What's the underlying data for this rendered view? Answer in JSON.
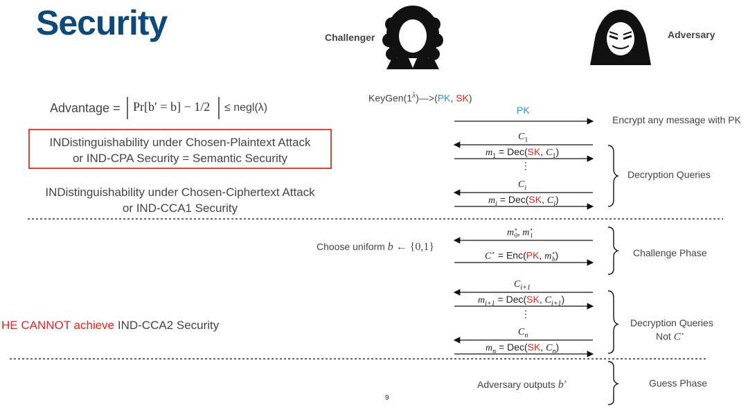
{
  "slide": {
    "title": "Security",
    "page_number": "9"
  },
  "roles": {
    "challenger": "Challenger",
    "adversary": "Adversary"
  },
  "keygen": {
    "prefix": "KeyGen(1",
    "lambda": "λ",
    "arrow": ")—>(",
    "pk": "PK",
    "comma": ", ",
    "sk": "SK",
    "close": ")"
  },
  "advantage": {
    "label": "Advantage = ",
    "expr": "Pr[b′ = b] − 1/2",
    "bound": " ≤ negl(λ)"
  },
  "definitions": {
    "cpa_line1": "INDistinguishability under Chosen-Plaintext Attack",
    "cpa_line2": "or IND-CPA Security = Semantic Security",
    "cca1_line1": "INDistinguishability under Chosen-Ciphertext Attack",
    "cca1_line2": "or IND-CCA1 Security",
    "cca2_red": "HE CANNOT achieve ",
    "cca2_black": "IND-CCA2 Security"
  },
  "protocol": {
    "pk_label": "PK",
    "encrypt_note": "Encrypt any message with PK",
    "c1": "C",
    "c1_sub": "1",
    "m1": "m",
    "m1_sub": "1",
    "dec_eq": " = Dec(",
    "sk": "SK",
    "sep": ", ",
    "ci": "C",
    "ci_sub": "i",
    "mi_sub": "i",
    "decryption_queries": "Decryption Queries",
    "challenge_msgs": "m",
    "challenge_sub0": "0",
    "challenge_sub1": "1",
    "choose_uniform": "Choose uniform ",
    "choose_set": " ← {0,1}",
    "cstar_eq": " = Enc(",
    "pk": "PK",
    "challenge_phase": "Challenge Phase",
    "ci1_sub": "i+1",
    "cn_sub": "n",
    "decryption_queries2_line1": "Decryption Queries",
    "decryption_queries2_line2": "Not ",
    "adversary_outputs": "Adversary outputs ",
    "guess_phase": "Guess Phase",
    "vdots": "⋮"
  },
  "colors": {
    "title": "#0b4a7a",
    "red": "#e8231b",
    "blue": "#2e8fe0",
    "box_border": "#e8422f"
  }
}
